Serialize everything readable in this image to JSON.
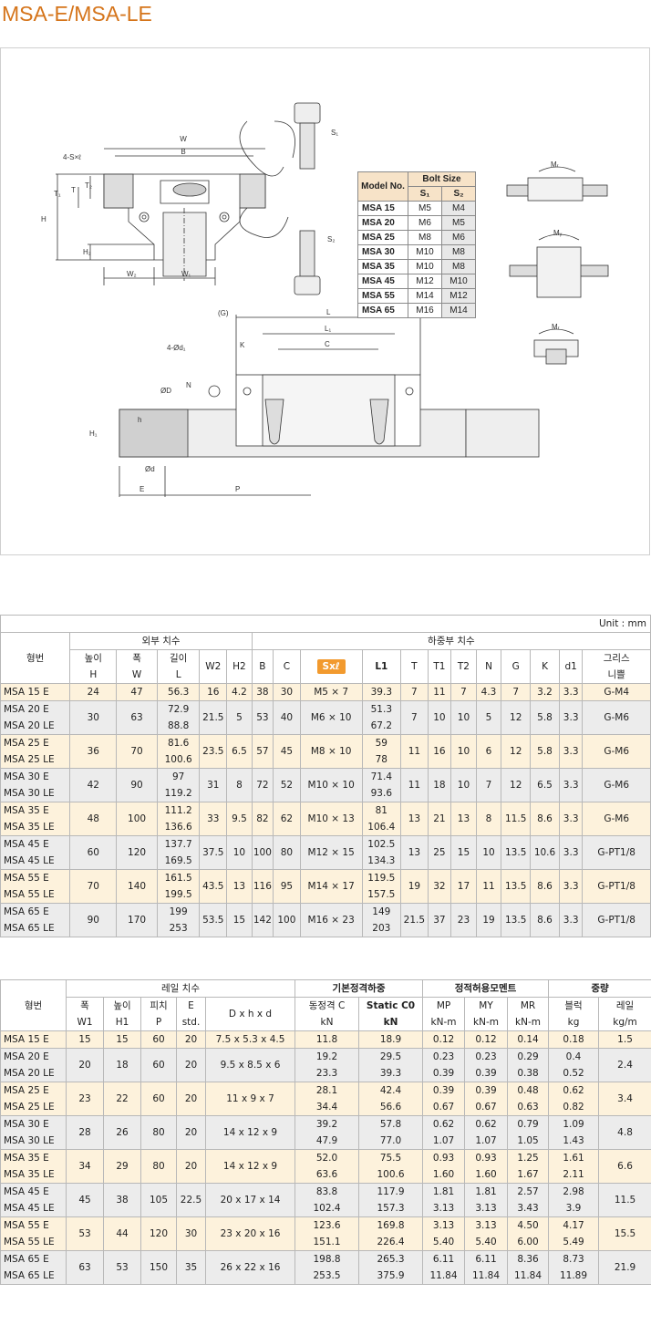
{
  "title": "MSA-E/MSA-LE",
  "diagram": {
    "labels": {
      "w": "W",
      "b": "B",
      "sxl": "4-S×ℓ",
      "t1": "T₁",
      "t": "T",
      "t2": "T₂",
      "h": "H",
      "h2": "H₂",
      "w2": "W₂",
      "w1": "W₁",
      "s1": "S₁",
      "s2": "S₂",
      "g": "(G)",
      "l": "L",
      "l1": "L₁",
      "c": "C",
      "k": "K",
      "d1": "4-Ød₁",
      "n": "N",
      "od": "ØD",
      "hh": "h",
      "h1": "H₁",
      "sd": "Ød",
      "e": "E",
      "p": "P",
      "mr": "Mᵣ",
      "mr2": "Mᵧ",
      "mr3": "Mᵣ"
    }
  },
  "bolt_size": {
    "model_header": "Model No.",
    "group_header": "Bolt Size",
    "s1_header": "S₁",
    "s2_header": "S₂",
    "rows": [
      {
        "model": "MSA 15",
        "s1": "M5",
        "s2": "M4"
      },
      {
        "model": "MSA 20",
        "s1": "M6",
        "s2": "M5"
      },
      {
        "model": "MSA 25",
        "s1": "M8",
        "s2": "M6"
      },
      {
        "model": "MSA 30",
        "s1": "M10",
        "s2": "M8"
      },
      {
        "model": "MSA 35",
        "s1": "M10",
        "s2": "M8"
      },
      {
        "model": "MSA 45",
        "s1": "M12",
        "s2": "M10"
      },
      {
        "model": "MSA 55",
        "s1": "M14",
        "s2": "M12"
      },
      {
        "model": "MSA 65",
        "s1": "M16",
        "s2": "M14"
      }
    ]
  },
  "table1": {
    "unit": "Unit : mm",
    "model_header": "형번",
    "outer_header": "외부 치수",
    "load_header": "하중부 치수",
    "cols": [
      "높이\nH",
      "폭\nW",
      "길이\nL",
      "W2",
      "H2",
      "B",
      "C",
      "Sxℓ",
      "L1",
      "T",
      "T1",
      "T2",
      "N",
      "G",
      "K",
      "d1",
      "그리스\n니쁠"
    ],
    "rows": [
      {
        "model": "MSA 15 E",
        "H": "24",
        "W": "47",
        "L": "56.3",
        "W2": "16",
        "H2": "4.2",
        "B": "38",
        "C": "30",
        "S": "M5 × 7",
        "L1": "39.3",
        "T": "7",
        "T1": "11",
        "T2": "7",
        "N": "4.3",
        "G": "7",
        "K": "3.2",
        "d1": "3.3",
        "grease": "G-M4"
      },
      {
        "model": "MSA 20 E\nMSA 20 LE",
        "H": "30",
        "W": "63",
        "L": "72.9\n88.8",
        "W2": "21.5",
        "H2": "5",
        "B": "53",
        "C": "40",
        "S": "M6 × 10",
        "L1": "51.3\n67.2",
        "T": "7",
        "T1": "10",
        "T2": "10",
        "N": "5",
        "G": "12",
        "K": "5.8",
        "d1": "3.3",
        "grease": "G-M6"
      },
      {
        "model": "MSA 25 E\nMSA 25 LE",
        "H": "36",
        "W": "70",
        "L": "81.6\n100.6",
        "W2": "23.5",
        "H2": "6.5",
        "B": "57",
        "C": "45",
        "S": "M8 × 10",
        "L1": "59\n78",
        "T": "11",
        "T1": "16",
        "T2": "10",
        "N": "6",
        "G": "12",
        "K": "5.8",
        "d1": "3.3",
        "grease": "G-M6"
      },
      {
        "model": "MSA 30 E\nMSA 30 LE",
        "H": "42",
        "W": "90",
        "L": "97\n119.2",
        "W2": "31",
        "H2": "8",
        "B": "72",
        "C": "52",
        "S": "M10 × 10",
        "L1": "71.4\n93.6",
        "T": "11",
        "T1": "18",
        "T2": "10",
        "N": "7",
        "G": "12",
        "K": "6.5",
        "d1": "3.3",
        "grease": "G-M6"
      },
      {
        "model": "MSA 35 E\nMSA 35 LE",
        "H": "48",
        "W": "100",
        "L": "111.2\n136.6",
        "W2": "33",
        "H2": "9.5",
        "B": "82",
        "C": "62",
        "S": "M10 × 13",
        "L1": "81\n106.4",
        "T": "13",
        "T1": "21",
        "T2": "13",
        "N": "8",
        "G": "11.5",
        "K": "8.6",
        "d1": "3.3",
        "grease": "G-M6"
      },
      {
        "model": "MSA 45 E\nMSA 45 LE",
        "H": "60",
        "W": "120",
        "L": "137.7\n169.5",
        "W2": "37.5",
        "H2": "10",
        "B": "100",
        "C": "80",
        "S": "M12 × 15",
        "L1": "102.5\n134.3",
        "T": "13",
        "T1": "25",
        "T2": "15",
        "N": "10",
        "G": "13.5",
        "K": "10.6",
        "d1": "3.3",
        "grease": "G-PT1/8"
      },
      {
        "model": "MSA 55 E\nMSA 55 LE",
        "H": "70",
        "W": "140",
        "L": "161.5\n199.5",
        "W2": "43.5",
        "H2": "13",
        "B": "116",
        "C": "95",
        "S": "M14 × 17",
        "L1": "119.5\n157.5",
        "T": "19",
        "T1": "32",
        "T2": "17",
        "N": "11",
        "G": "13.5",
        "K": "8.6",
        "d1": "3.3",
        "grease": "G-PT1/8"
      },
      {
        "model": "MSA 65 E\nMSA 65 LE",
        "H": "90",
        "W": "170",
        "L": "199\n253",
        "W2": "53.5",
        "H2": "15",
        "B": "142",
        "C": "100",
        "S": "M16 × 23",
        "L1": "149\n203",
        "T": "21.5",
        "T1": "37",
        "T2": "23",
        "N": "19",
        "G": "13.5",
        "K": "8.6",
        "d1": "3.3",
        "grease": "G-PT1/8"
      }
    ]
  },
  "table2": {
    "model_header": "형번",
    "rail_header": "레일 치수",
    "basic_header": "기본정격하중",
    "moment_header": "정적허용모멘트",
    "weight_header": "중량",
    "cols": [
      "폭\nW1",
      "높이\nH1",
      "피치\nP",
      "E\nstd.",
      "D x h x d",
      "동정격 C\nkN",
      "Static C0\nkN",
      "MP\nkN-m",
      "MY\nkN-m",
      "MR\nkN-m",
      "블럭\nkg",
      "레일\nkg/m"
    ],
    "rows": [
      {
        "model": "MSA 15 E",
        "W1": "15",
        "H1": "15",
        "P": "60",
        "E": "20",
        "Dhd": "7.5 x 5.3 x 4.5",
        "C": "11.8",
        "C0": "18.9",
        "MP": "0.12",
        "MY": "0.12",
        "MR": "0.14",
        "block": "0.18",
        "rail": "1.5"
      },
      {
        "model": "MSA 20 E\nMSA 20 LE",
        "W1": "20",
        "H1": "18",
        "P": "60",
        "E": "20",
        "Dhd": "9.5 x 8.5 x 6",
        "C": "19.2\n23.3",
        "C0": "29.5\n39.3",
        "MP": "0.23\n0.39",
        "MY": "0.23\n0.39",
        "MR": "0.29\n0.38",
        "block": "0.4\n0.52",
        "rail": "2.4"
      },
      {
        "model": "MSA 25 E\nMSA 25 LE",
        "W1": "23",
        "H1": "22",
        "P": "60",
        "E": "20",
        "Dhd": "11 x 9 x 7",
        "C": "28.1\n34.4",
        "C0": "42.4\n56.6",
        "MP": "0.39\n0.67",
        "MY": "0.39\n0.67",
        "MR": "0.48\n0.63",
        "block": "0.62\n0.82",
        "rail": "3.4"
      },
      {
        "model": "MSA 30 E\nMSA 30 LE",
        "W1": "28",
        "H1": "26",
        "P": "80",
        "E": "20",
        "Dhd": "14 x 12 x 9",
        "C": "39.2\n47.9",
        "C0": "57.8\n77.0",
        "MP": "0.62\n1.07",
        "MY": "0.62\n1.07",
        "MR": "0.79\n1.05",
        "block": "1.09\n1.43",
        "rail": "4.8"
      },
      {
        "model": "MSA 35 E\nMSA 35 LE",
        "W1": "34",
        "H1": "29",
        "P": "80",
        "E": "20",
        "Dhd": "14 x 12 x 9",
        "C": "52.0\n63.6",
        "C0": "75.5\n100.6",
        "MP": "0.93\n1.60",
        "MY": "0.93\n1.60",
        "MR": "1.25\n1.67",
        "block": "1.61\n2.11",
        "rail": "6.6"
      },
      {
        "model": "MSA 45 E\nMSA 45 LE",
        "W1": "45",
        "H1": "38",
        "P": "105",
        "E": "22.5",
        "Dhd": "20 x 17 x 14",
        "C": "83.8\n102.4",
        "C0": "117.9\n157.3",
        "MP": "1.81\n3.13",
        "MY": "1.81\n3.13",
        "MR": "2.57\n3.43",
        "block": "2.98\n3.9",
        "rail": "11.5"
      },
      {
        "model": "MSA 55 E\nMSA 55 LE",
        "W1": "53",
        "H1": "44",
        "P": "120",
        "E": "30",
        "Dhd": "23 x 20 x 16",
        "C": "123.6\n151.1",
        "C0": "169.8\n226.4",
        "MP": "3.13\n5.40",
        "MY": "3.13\n5.40",
        "MR": "4.50\n6.00",
        "block": "4.17\n5.49",
        "rail": "15.5"
      },
      {
        "model": "MSA 65 E\nMSA 65 LE",
        "W1": "63",
        "H1": "53",
        "P": "150",
        "E": "35",
        "Dhd": "26 x 22 x 16",
        "C": "198.8\n253.5",
        "C0": "265.3\n375.9",
        "MP": "6.11\n11.84",
        "MY": "6.11\n11.84",
        "MR": "8.36\n11.84",
        "block": "8.73\n11.89",
        "rail": "21.9"
      }
    ]
  }
}
